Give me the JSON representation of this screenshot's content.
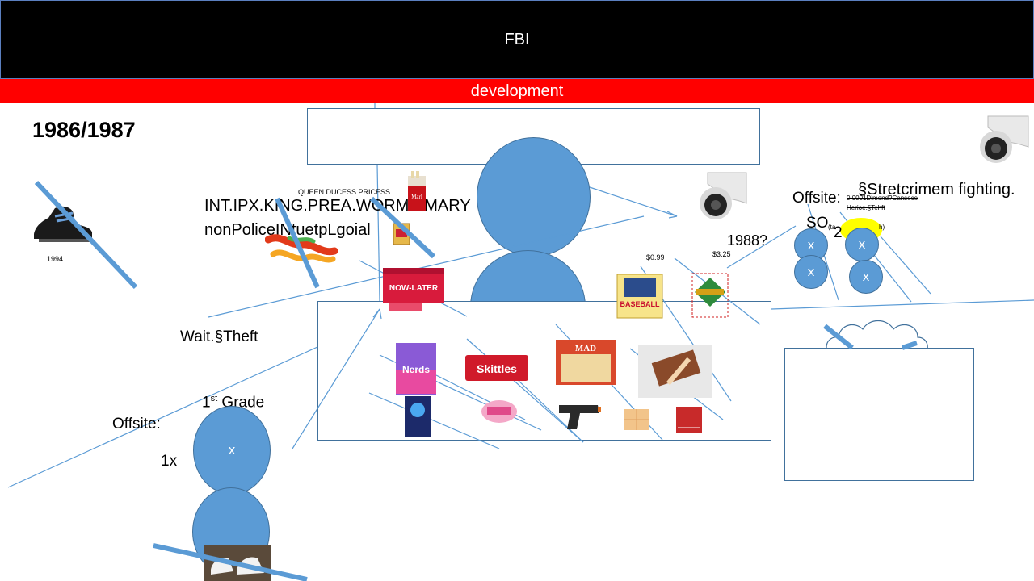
{
  "header": {
    "title": "FBI",
    "subtitle": "development"
  },
  "labels": {
    "years": "1986/1987",
    "year_1994": "1994",
    "queen": "QUEEN.DUCESS.PRICESS",
    "int": "INT.IPX.KING.PREA.WORMS.MARY",
    "nonpolice": "nonPoliceINtuetpLgoial",
    "wait": "Wait.§Theft",
    "grade_num": "1",
    "grade_sup": "st",
    "grade_word": " Grade",
    "offsite_left": "Offsite:",
    "one_x": "1x",
    "price_099": "$0.99",
    "price_325": "$3.25",
    "year_1988": "1988?",
    "offsite_right": "Offsite:",
    "so": "SO",
    "two": "2",
    "stretcrime": "§Stretcrimem fighting.",
    "small_strike_1": "0.0001Dimond?Cansece",
    "small_strike_2": "Herioe.§Tehft",
    "small_under": "(ta",
    "small_under2": "h)"
  },
  "circles": {
    "x": "x"
  },
  "colors": {
    "circle_fill": "#5b9bd5",
    "line": "#5b9bd5",
    "header_bg": "#000000",
    "dev_bar": "#ff0000",
    "highlight": "#ffff00"
  },
  "icons": [
    "sneaker-icon",
    "security-camera-icon",
    "candy-icon",
    "cigarette-pack-icon",
    "gummy-worm-icon",
    "skittles-icon",
    "nerds-icon",
    "baseball-cards-icon",
    "mad-magazine-icon",
    "toy-gun-icon",
    "bubble-gum-icon",
    "cloud-icon"
  ]
}
